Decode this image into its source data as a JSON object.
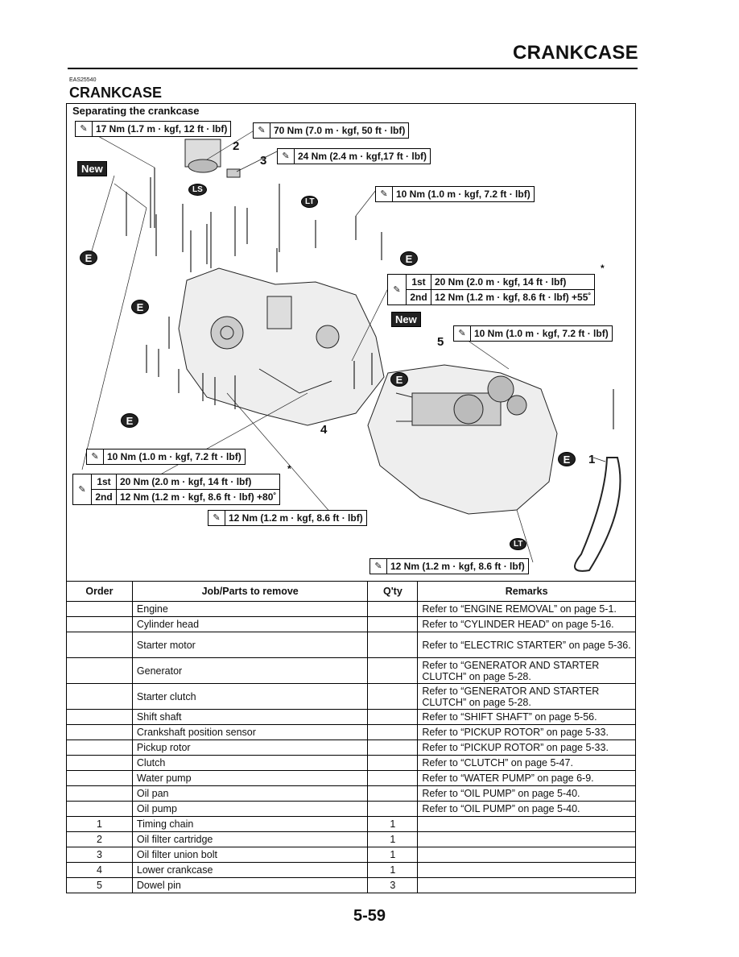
{
  "header": {
    "title": "CRANKCASE"
  },
  "section": {
    "code": "EAS25540",
    "title": "CRANKCASE",
    "caption": "Separating the crankcase"
  },
  "torques": {
    "t1": "17 Nm (1.7 m · kgf, 12 ft · lbf)",
    "t2": "70 Nm (7.0 m · kgf, 50 ft · lbf)",
    "t3": "24 Nm (2.4 m · kgf,17 ft · lbf)",
    "t4": "10 Nm (1.0 m · kgf, 7.2 ft · lbf)",
    "t5": "10 Nm (1.0 m · kgf, 7.2 ft · lbf)",
    "t6": "10 Nm (1.0 m · kgf, 7.2 ft · lbf)",
    "t7": "12 Nm (1.2 m · kgf, 8.6 ft · lbf)",
    "t8": "12 Nm (1.2 m · kgf, 8.6 ft · lbf)",
    "multi_a": {
      "stage1": "1st",
      "value1": "20 Nm (2.0 m · kgf, 14 ft · lbf)",
      "stage2": "2nd",
      "value2": "12 Nm (1.2 m · kgf, 8.6 ft · lbf) +55˚"
    },
    "multi_b": {
      "stage1": "1st",
      "value1": "20 Nm (2.0 m · kgf, 14 ft · lbf)",
      "stage2": "2nd",
      "value2": "12 Nm (1.2 m · kgf, 8.6 ft · lbf) +80˚"
    },
    "star": "*"
  },
  "badges": {
    "new": "New",
    "e": "E",
    "lt": "LT",
    "ls": "LS"
  },
  "callouts": {
    "c1": "1",
    "c2": "2",
    "c3": "3",
    "c4": "4",
    "c5": "5"
  },
  "table": {
    "headers": {
      "order": "Order",
      "job": "Job/Parts to remove",
      "qty": "Q'ty",
      "remarks": "Remarks"
    },
    "rows": [
      {
        "order": "",
        "job": "Engine",
        "qty": "",
        "remarks": "Refer to “ENGINE REMOVAL” on page 5-1."
      },
      {
        "order": "",
        "job": "Cylinder head",
        "qty": "",
        "remarks": "Refer to “CYLINDER HEAD” on page 5-16."
      },
      {
        "order": "",
        "job": "Starter motor",
        "qty": "",
        "remarks": "Refer to “ELECTRIC STARTER” on page 5-36."
      },
      {
        "order": "",
        "job": "Generator",
        "qty": "",
        "remarks": "Refer to “GENERATOR AND STARTER CLUTCH” on page 5-28."
      },
      {
        "order": "",
        "job": "Starter clutch",
        "qty": "",
        "remarks": "Refer to “GENERATOR AND STARTER CLUTCH” on page 5-28."
      },
      {
        "order": "",
        "job": "Shift shaft",
        "qty": "",
        "remarks": "Refer to “SHIFT SHAFT” on page 5-56."
      },
      {
        "order": "",
        "job": "Crankshaft position sensor",
        "qty": "",
        "remarks": "Refer to “PICKUP ROTOR” on page 5-33."
      },
      {
        "order": "",
        "job": "Pickup rotor",
        "qty": "",
        "remarks": "Refer to “PICKUP ROTOR” on page 5-33."
      },
      {
        "order": "",
        "job": "Clutch",
        "qty": "",
        "remarks": "Refer to “CLUTCH” on page 5-47."
      },
      {
        "order": "",
        "job": "Water pump",
        "qty": "",
        "remarks": "Refer to “WATER PUMP” on page 6-9."
      },
      {
        "order": "",
        "job": "Oil pan",
        "qty": "",
        "remarks": "Refer to “OIL PUMP” on page 5-40."
      },
      {
        "order": "",
        "job": "Oil pump",
        "qty": "",
        "remarks": "Refer to “OIL PUMP” on page 5-40."
      },
      {
        "order": "1",
        "job": "Timing chain",
        "qty": "1",
        "remarks": ""
      },
      {
        "order": "2",
        "job": "Oil filter cartridge",
        "qty": "1",
        "remarks": ""
      },
      {
        "order": "3",
        "job": "Oil filter union bolt",
        "qty": "1",
        "remarks": ""
      },
      {
        "order": "4",
        "job": "Lower crankcase",
        "qty": "1",
        "remarks": ""
      },
      {
        "order": "5",
        "job": "Dowel pin",
        "qty": "3",
        "remarks": ""
      }
    ]
  },
  "footer": {
    "page": "5-59"
  }
}
